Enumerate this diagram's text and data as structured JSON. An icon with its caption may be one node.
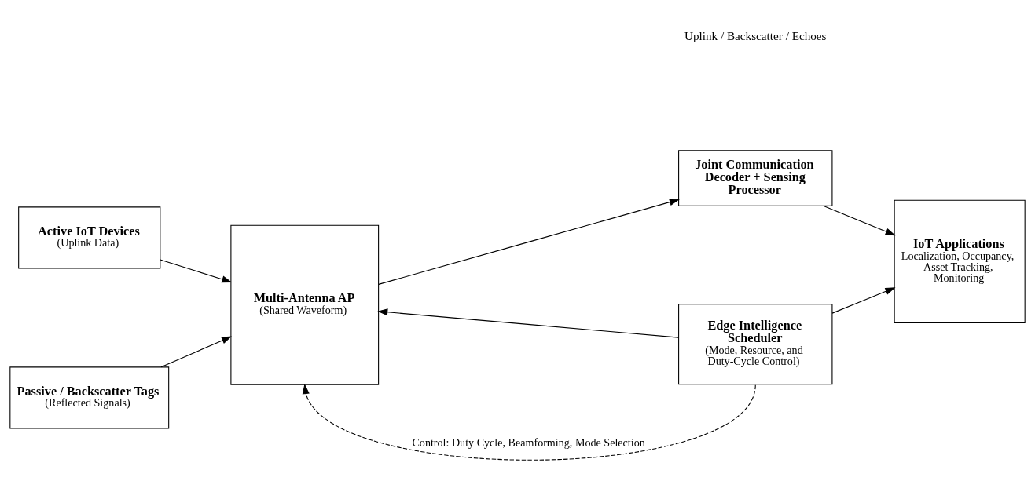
{
  "diagram": {
    "nodes": [
      {
        "text": [
          "Active IoT Devices",
          "(Uplink Data)"
        ]
      },
      {
        "text": [
          "Passive / Backscatter Tags",
          "(Reflected Signals)"
        ]
      },
      {
        "text": [
          "Multi-Antenna AP",
          "(Shared Waveform)"
        ]
      },
      {
        "text": [
          "Joint Communication Decoder + Sensing Processor"
        ]
      },
      {
        "text": [
          "Edge Intelligence Scheduler",
          "(Mode, Resource, and Duty-Cycle Control)"
        ]
      },
      {
        "text": [
          "IoT Applications",
          "Localization, Occupancy, Asset Tracking, Monitoring"
        ]
      }
    ],
    "edges": [
      {
        "from": 0,
        "to": 2,
        "arrow": "to"
      },
      {
        "from": 1,
        "to": 2,
        "arrow": "to"
      },
      {
        "from": 2,
        "to": 3,
        "arrow": "to"
      },
      {
        "from": 3,
        "to": 5,
        "arrow": "to"
      },
      {
        "from": 4,
        "to": 2,
        "arrow": "to"
      },
      {
        "from": 4,
        "to": 5,
        "arrow": "to"
      },
      {
        "from": 4,
        "to": 2,
        "arrow": "to",
        "style": "dashed",
        "label": "Control: Duty Cycle, Beamforming, Mode Selection"
      }
    ],
    "labels": [
      "Uplink / Backscatter / Echoes"
    ]
  }
}
